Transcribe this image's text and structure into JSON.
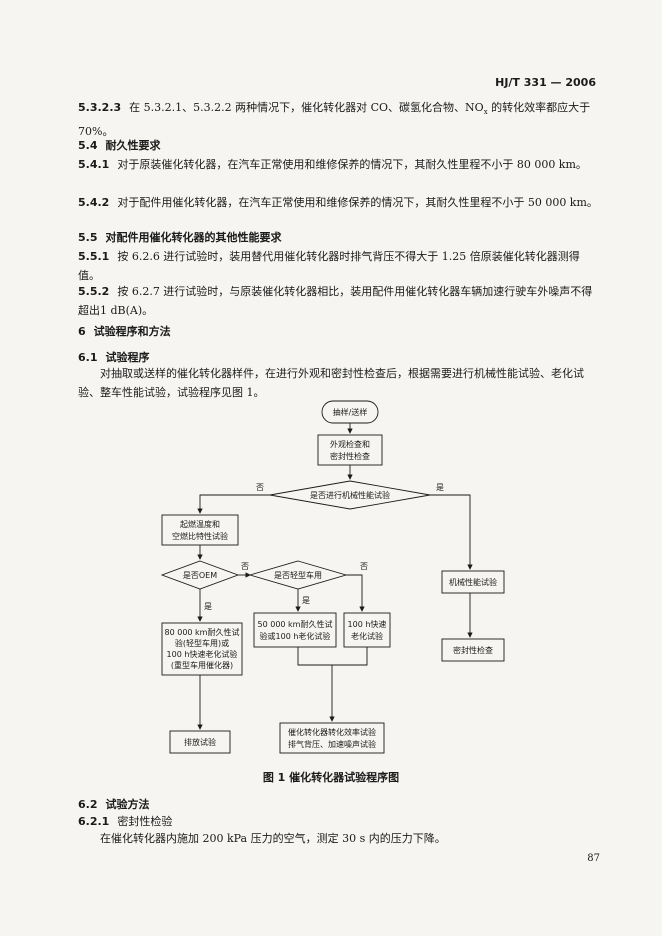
{
  "header": {
    "standard_code": "HJ/T 331 — 2006"
  },
  "sections": {
    "s5323": {
      "num": "5.3.2.3",
      "text_a": "在 5.3.2.1、5.3.2.2 两种情况下，催化转化器对 CO、碳氢化合物、NO",
      "text_sub": "x",
      "text_b": " 的转化效率都应大于70%。"
    },
    "s54": {
      "num": "5.4",
      "title": "耐久性要求"
    },
    "s541": {
      "num": "5.4.1",
      "text": "对于原装催化转化器，在汽车正常使用和维修保养的情况下，其耐久性里程不小于 80 000 km。"
    },
    "s542": {
      "num": "5.4.2",
      "text": "对于配件用催化转化器，在汽车正常使用和维修保养的情况下，其耐久性里程不小于 50 000 km。"
    },
    "s55": {
      "num": "5.5",
      "title": "对配件用催化转化器的其他性能要求"
    },
    "s551": {
      "num": "5.5.1",
      "text": "按 6.2.6 进行试验时，装用替代用催化转化器时排气背压不得大于 1.25 倍原装催化转化器测得值。"
    },
    "s552": {
      "num": "5.5.2",
      "text": "按 6.2.7 进行试验时，与原装催化转化器相比，装用配件用催化转化器车辆加速行驶车外噪声不得超出1 dB(A)。"
    },
    "s6": {
      "num": "6",
      "title": "试验程序和方法"
    },
    "s61": {
      "num": "6.1",
      "title": "试验程序"
    },
    "s61_body": "对抽取或送样的催化转化器样件，在进行外观和密封性检查后，根据需要进行机械性能试验、老化试验、整车性能试验，试验程序见图 1。",
    "s62": {
      "num": "6.2",
      "title": "试验方法"
    },
    "s621": {
      "num": "6.2.1",
      "title": "密封性检验"
    },
    "s621_body": "在催化转化器内施加 200 kPa 压力的空气，测定 30 s 内的压力下降。"
  },
  "flowchart": {
    "start": "抽样/送样",
    "inspect_1": "外观检查和",
    "inspect_2": "密封性检查",
    "decision_mech": "是否进行机械性能试验",
    "no_label": "否",
    "yes_label": "是",
    "lightoff_1": "起燃温度和",
    "lightoff_2": "空燃比特性试验",
    "decision_oem": "是否OEM",
    "decision_light": "是否轻型车用",
    "mech_test": "机械性能试验",
    "seal_test": "密封性检查",
    "oem_box_1": "80 000 km耐久性试",
    "oem_box_2": "验(轻型车用)或",
    "oem_box_3": "100 h快速老化试验",
    "oem_box_4": "(重型车用催化器)",
    "light_box_1": "50 000 km耐久性试",
    "light_box_2": "验或100 h老化试验",
    "rapid_box_1": "100 h快速",
    "rapid_box_2": "老化试验",
    "emission_test": "排放试验",
    "final_1": "催化转化器转化效率试验",
    "final_2": "排气背压、加速噪声试验"
  },
  "figure_caption": "图 1    催化转化器试验程序图",
  "page_number": "87"
}
